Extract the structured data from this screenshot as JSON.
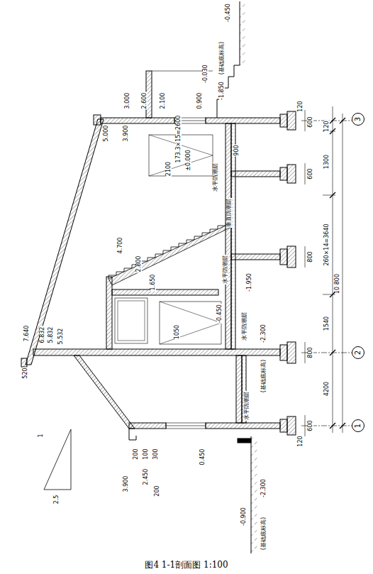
{
  "diagram": {
    "caption": "图4 1-1剖面图 1:100",
    "nodes": [
      {
        "text": [
          "1"
        ]
      },
      {
        "text": [
          "2"
        ]
      },
      {
        "text": [
          "3"
        ]
      }
    ],
    "labels": [
      "-0.450",
      "(基础底标高)",
      "-1.850",
      "5.000",
      "3.900",
      "3.000",
      "2.600",
      "2.100",
      "0.900",
      "-0.030",
      "±0.000",
      "2100",
      "173.3×15=2600",
      "900",
      "水平防潮层",
      "垂直防潮层",
      "水平防潮层",
      "-1.950",
      "4.700",
      "2.800",
      "1.650",
      "1050",
      "7.640",
      "6.832",
      "5.832",
      "5.532",
      "520",
      "-0.450",
      "水平防潮层",
      "-2.300",
      "(基础底标高)",
      "水平防潮层",
      "0.450",
      "-0.900",
      "-2.300",
      "(基础底标高)",
      "3.900",
      "2.450",
      "300",
      "100",
      "200",
      "200",
      "1",
      "2.5",
      "4200",
      "1540",
      "260×14=3640",
      "1300",
      "120",
      "10 800",
      "600",
      "800",
      "800",
      "600",
      "600",
      "120",
      "120"
    ]
  }
}
